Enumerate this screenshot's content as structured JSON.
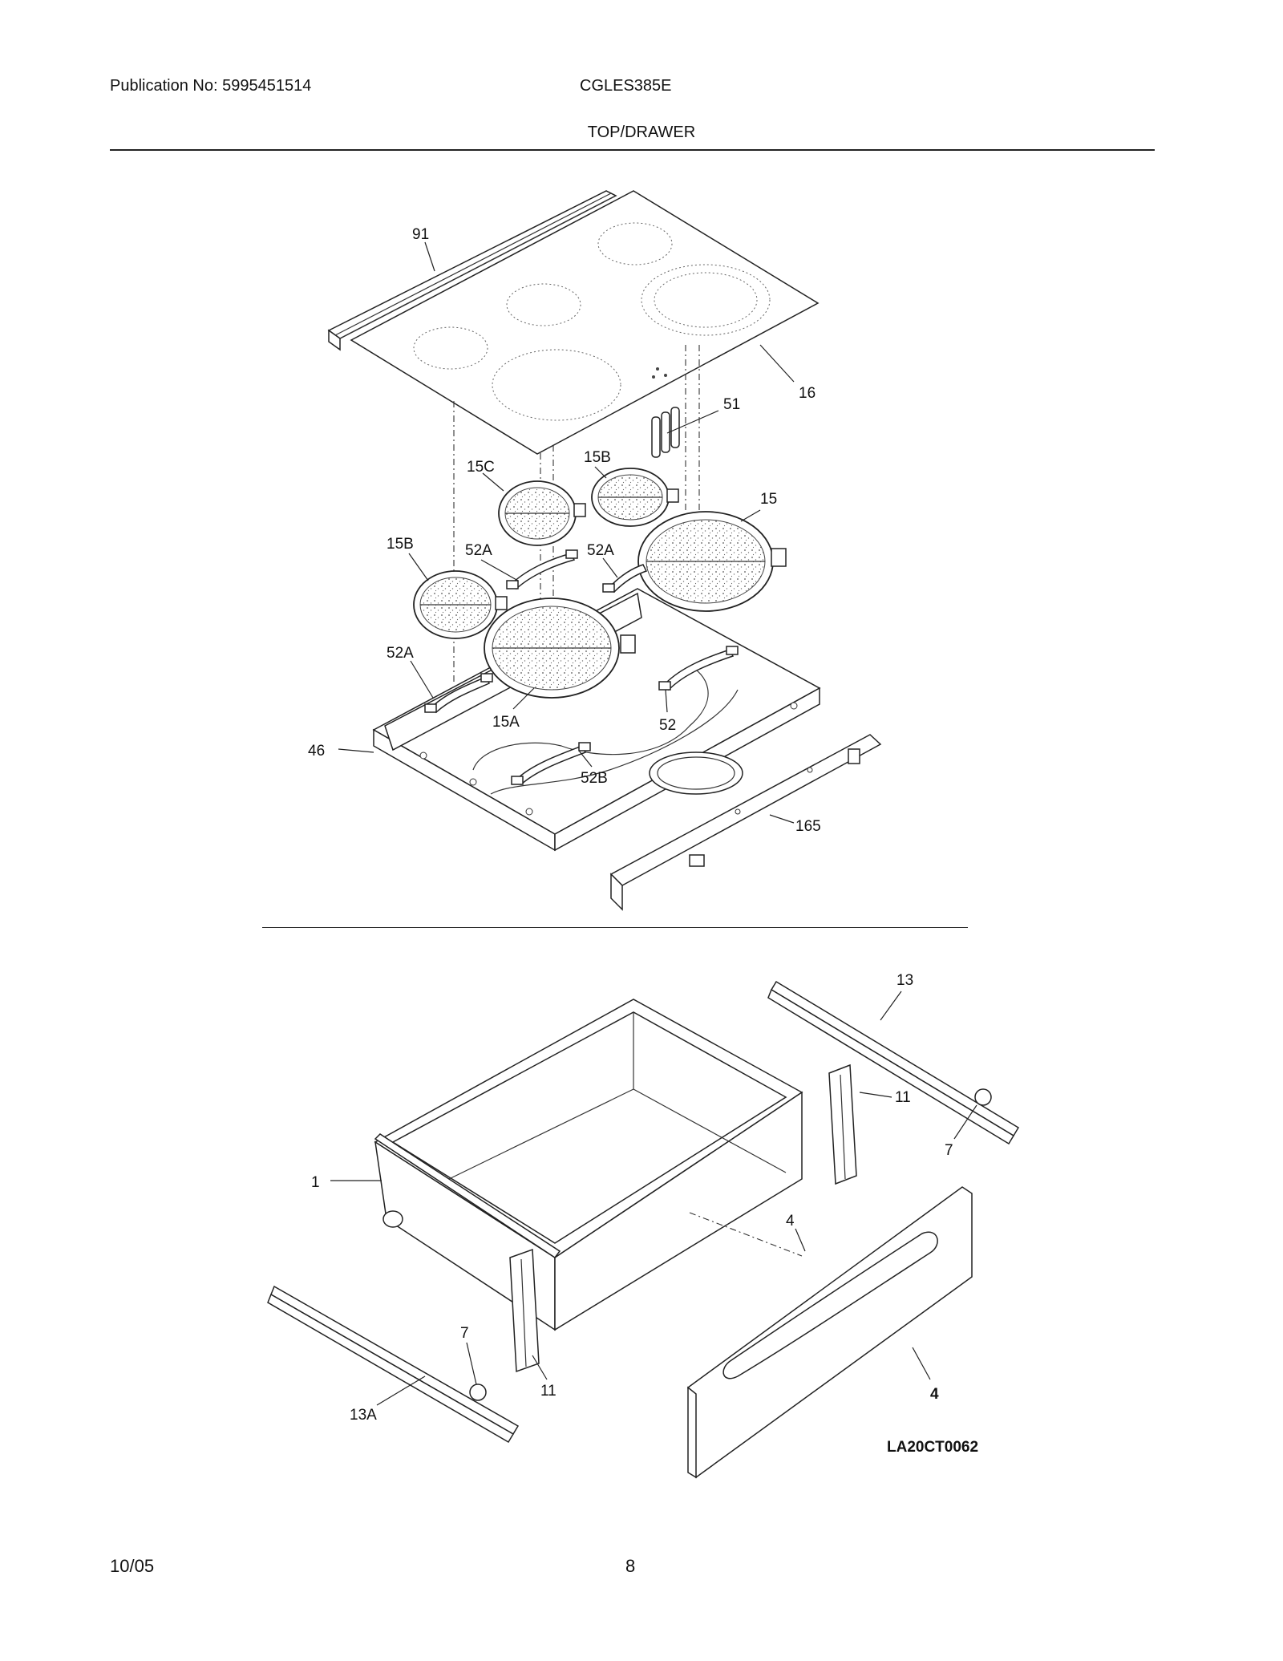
{
  "header": {
    "publication": "Publication No: 5995451514",
    "model": "CGLES385E",
    "title": "TOP/DRAWER"
  },
  "footer": {
    "date": "10/05",
    "page": "8"
  },
  "diagram_code": "LA20CT0062",
  "callouts": {
    "c91": "91",
    "c16": "16",
    "c51": "51",
    "c15C": "15C",
    "c15B_top": "15B",
    "c15": "15",
    "c15B_left": "15B",
    "c52A_a": "52A",
    "c52A_b": "52A",
    "c52A_c": "52A",
    "c15A": "15A",
    "c52": "52",
    "c46": "46",
    "c52B": "52B",
    "c165": "165",
    "c13": "13",
    "c11_right": "11",
    "c7_right": "7",
    "c1": "1",
    "c4_small": "4",
    "c7_left": "7",
    "c11_left": "11",
    "c13A": "13A",
    "c4_bold": "4"
  }
}
